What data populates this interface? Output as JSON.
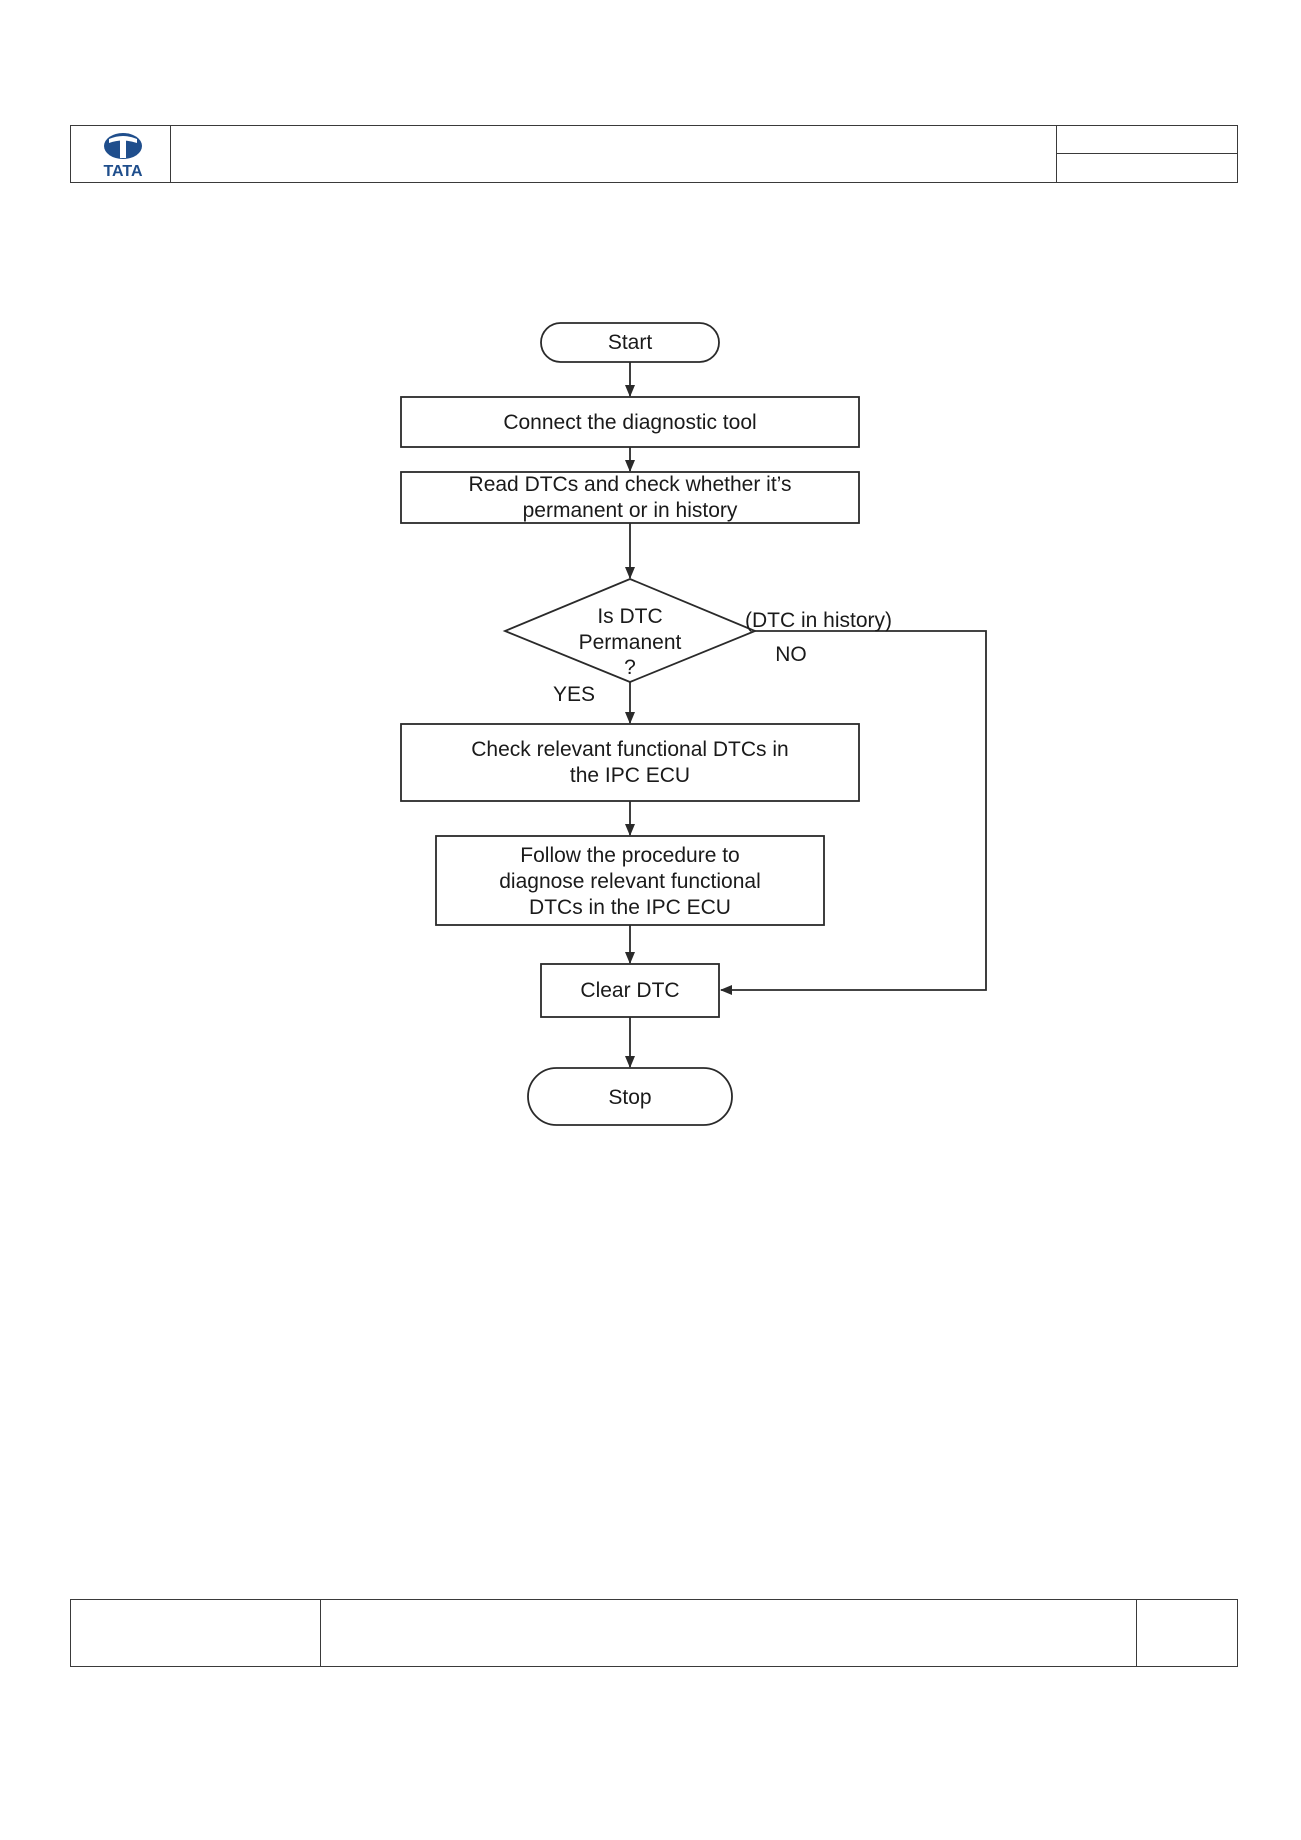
{
  "header": {
    "logo_text": "TATA",
    "brand_color": "#1f4e8c"
  },
  "flowchart": {
    "start": "Start",
    "step_connect": "Connect the diagnostic tool",
    "step_read": [
      "Read DTCs and check whether it’s",
      "permanent or in history"
    ],
    "decision": [
      "Is DTC",
      "Permanent",
      "?"
    ],
    "decision_yes": "YES",
    "decision_no": "NO",
    "decision_no_note": "(DTC in history)",
    "step_check": [
      "Check relevant  functional DTCs in",
      "the IPC  ECU"
    ],
    "step_follow": [
      "Follow the procedure to",
      "diagnose relevant functional",
      "DTCs in the IPC ECU"
    ],
    "step_clear": "Clear DTC",
    "stop": "Stop"
  }
}
